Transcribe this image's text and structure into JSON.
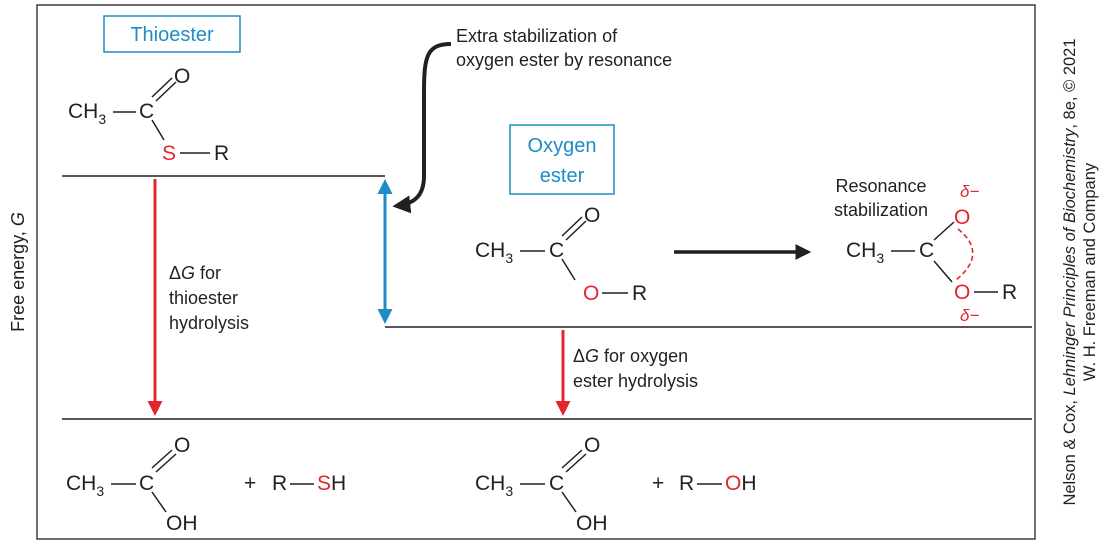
{
  "y_axis_label": {
    "main": "Free energy, ",
    "symbol": "G"
  },
  "credit": {
    "line1_prefix": "Nelson & Cox, ",
    "line1_title": "Lehninger Principles of Biochemistry",
    "line1_suffix": ", 8e, © 2021",
    "line2": "W. H. Freeman and Company"
  },
  "thioester_box": {
    "label": "Thioester"
  },
  "oxygen_ester_box": {
    "line1": "Oxygen",
    "line2": "ester"
  },
  "extra_stabilization": {
    "line1": "Extra stabilization of",
    "line2": "oxygen ester by resonance"
  },
  "resonance": {
    "line1": "Resonance",
    "line2": "stabilization",
    "delta_minus": "δ−"
  },
  "dg_thioester": {
    "delta": "Δ",
    "symbol": "G",
    "line1_rest": " for",
    "line2": "thioester",
    "line3": "hydrolysis"
  },
  "dg_oxygen": {
    "delta": "Δ",
    "symbol": "G",
    "line1_rest": " for oxygen",
    "line2": "ester hydrolysis"
  },
  "chem": {
    "ch": "CH",
    "sub3": "3",
    "c": "C",
    "o": "O",
    "s": "S",
    "r": "R",
    "oh": "OH",
    "plus": "+",
    "h": "H"
  },
  "colors": {
    "heteroatom": "#e3262e",
    "box": "#1f8bc7",
    "hydrolysis_arrow": "#e3262e",
    "stabilization_arrow": "#1f8bc7",
    "ink": "#231f20"
  }
}
